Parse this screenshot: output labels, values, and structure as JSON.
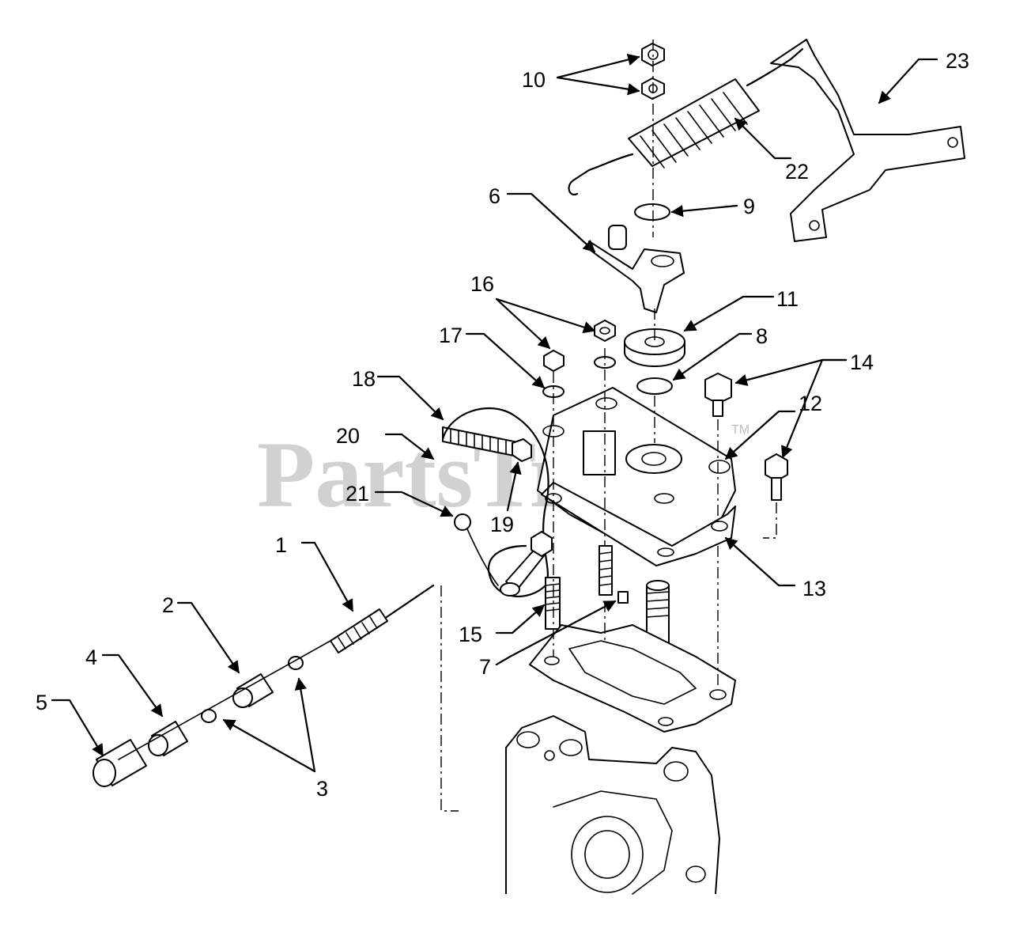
{
  "watermark": {
    "text": "PartsTree",
    "tm": "TM"
  },
  "callouts": [
    {
      "label": "1"
    },
    {
      "label": "2"
    },
    {
      "label": "3"
    },
    {
      "label": "4"
    },
    {
      "label": "5"
    },
    {
      "label": "6"
    },
    {
      "label": "7"
    },
    {
      "label": "8"
    },
    {
      "label": "9"
    },
    {
      "label": "10"
    },
    {
      "label": "11"
    },
    {
      "label": "12"
    },
    {
      "label": "13"
    },
    {
      "label": "14"
    },
    {
      "label": "15"
    },
    {
      "label": "16"
    },
    {
      "label": "17"
    },
    {
      "label": "18"
    },
    {
      "label": "19"
    },
    {
      "label": "20"
    },
    {
      "label": "21"
    },
    {
      "label": "22"
    },
    {
      "label": "23"
    }
  ]
}
